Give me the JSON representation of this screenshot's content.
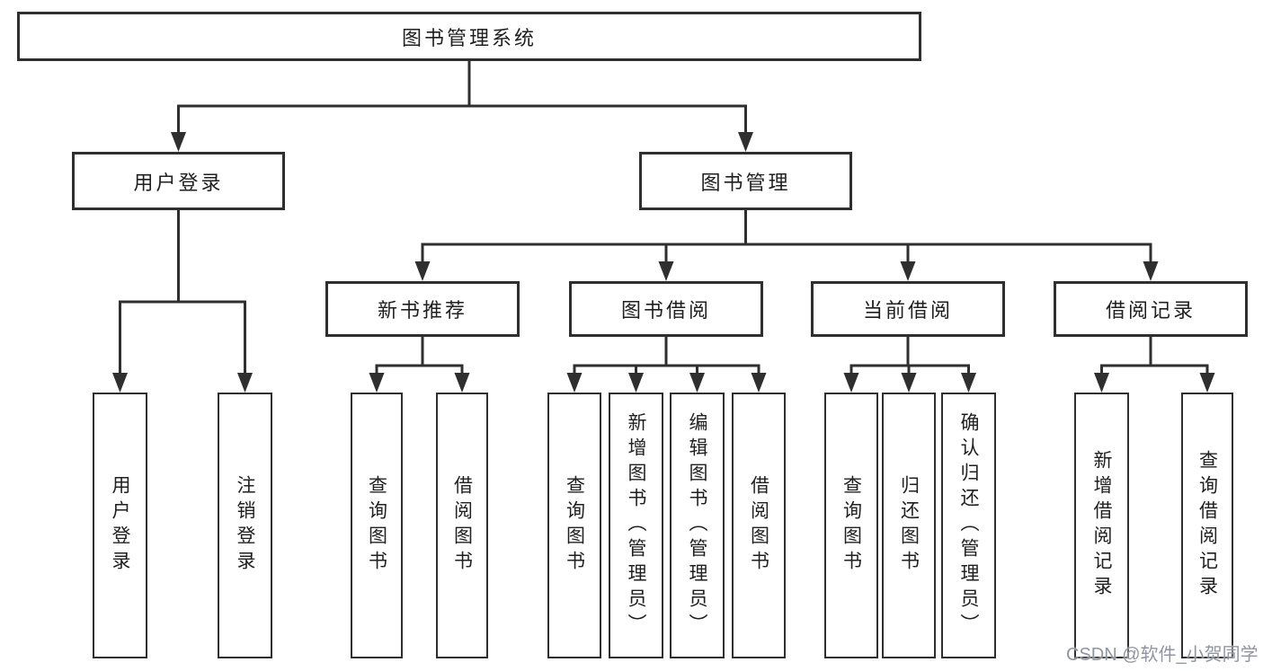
{
  "colors": {
    "line": "#2f2f2f",
    "box_border": "#2f2f2f",
    "text": "#1f1f1f",
    "background": "#ffffff",
    "watermark": "#8f95a1"
  },
  "tree": {
    "root": {
      "label": "图书管理系统"
    },
    "children": [
      {
        "label": "用户登录",
        "children": [
          {
            "label": "用户登录"
          },
          {
            "label": "注销登录"
          }
        ]
      },
      {
        "label": "图书管理",
        "children": [
          {
            "label": "新书推荐",
            "children": [
              {
                "label": "查询图书"
              },
              {
                "label": "借阅图书"
              }
            ]
          },
          {
            "label": "图书借阅",
            "children": [
              {
                "label": "查询图书"
              },
              {
                "label": "新增图书（管理员）"
              },
              {
                "label": "编辑图书（管理员）"
              },
              {
                "label": "借阅图书"
              }
            ]
          },
          {
            "label": "当前借阅",
            "children": [
              {
                "label": "查询图书"
              },
              {
                "label": "归还图书"
              },
              {
                "label": "确认归还（管理员）"
              }
            ]
          },
          {
            "label": "借阅记录",
            "children": [
              {
                "label": "新增借阅记录"
              },
              {
                "label": "查询借阅记录"
              }
            ]
          }
        ]
      }
    ]
  },
  "watermark": {
    "text": "CSDN @软件_小贺同学"
  }
}
